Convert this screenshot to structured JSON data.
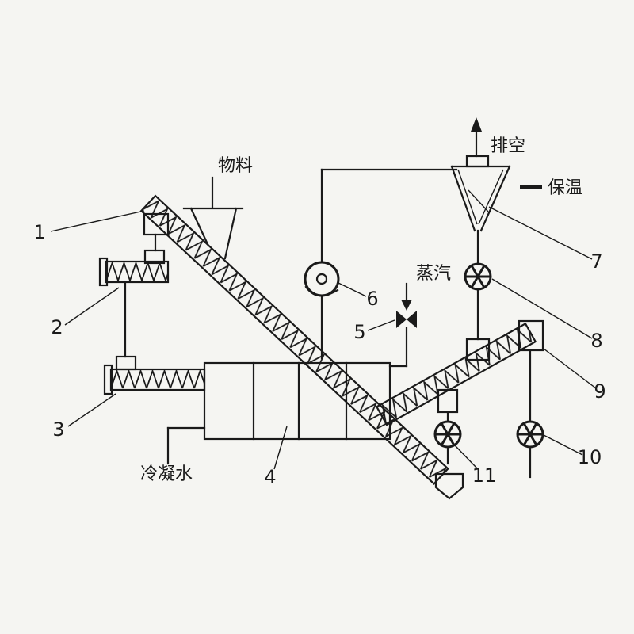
{
  "figure": {
    "type": "process-flow-diagram",
    "colors": {
      "background": "#f5f5f2",
      "ink": "#1a1a1a"
    },
    "annotations": {
      "material": "物料",
      "vent": "排空",
      "insulation": "保温",
      "steam": "蒸汽",
      "condensate": "冷凝水"
    },
    "callouts": [
      "1",
      "2",
      "3",
      "4",
      "5",
      "6",
      "7",
      "8",
      "9",
      "10",
      "11"
    ]
  }
}
